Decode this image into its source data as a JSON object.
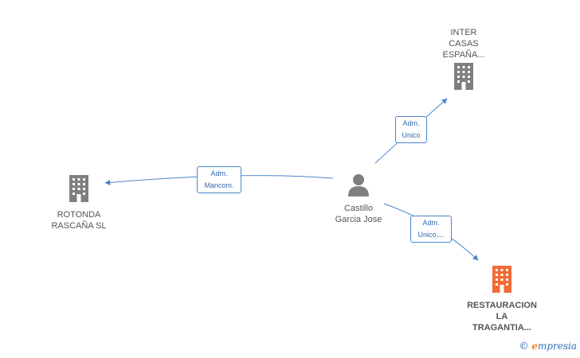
{
  "nodes": {
    "inter": {
      "label": "INTER\nCASAS\nESPAÑA..."
    },
    "rotonda": {
      "label": "ROTONDA\nRASCAÑA SL"
    },
    "person": {
      "label": "Castillo\nGarcia Jose"
    },
    "restauracion": {
      "label": "RESTAURACION\nLA\nTRAGANTIA..."
    }
  },
  "edges": {
    "to_inter": "Adm.\nUnico",
    "to_rotonda": "Adm.\nMancom.",
    "to_restauracion": "Adm.\nUnico,..."
  },
  "watermark": {
    "copyright": "©",
    "e": "e",
    "brand": "mpresia"
  },
  "colors": {
    "edge": "#4a86c8",
    "company": "#7f7f7f",
    "highlight": "#f26b35",
    "person": "#7f7f7f"
  }
}
